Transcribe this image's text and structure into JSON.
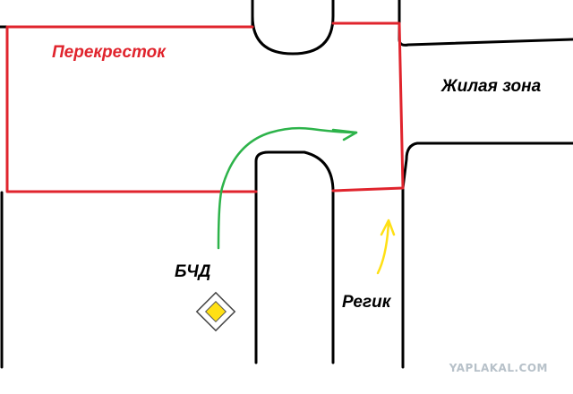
{
  "labels": {
    "intersection": "Перекресток",
    "residential_zone": "Жилая зона",
    "main_road_car": "БЧД",
    "regular_car": "Регик"
  },
  "watermark": "YAPLAKAL.COM",
  "colors": {
    "intersection_border": "#e0242d",
    "intersection_label": "#e0242d",
    "road_edge": "#000000",
    "turn_arrow": "#2db34a",
    "straight_arrow": "#ffe014",
    "priority_sign": "#ffe014"
  },
  "icons": {
    "sign": "priority-road-diamond",
    "arrows": [
      "curved-arrow-left-turn",
      "straight-arrow-up"
    ]
  }
}
